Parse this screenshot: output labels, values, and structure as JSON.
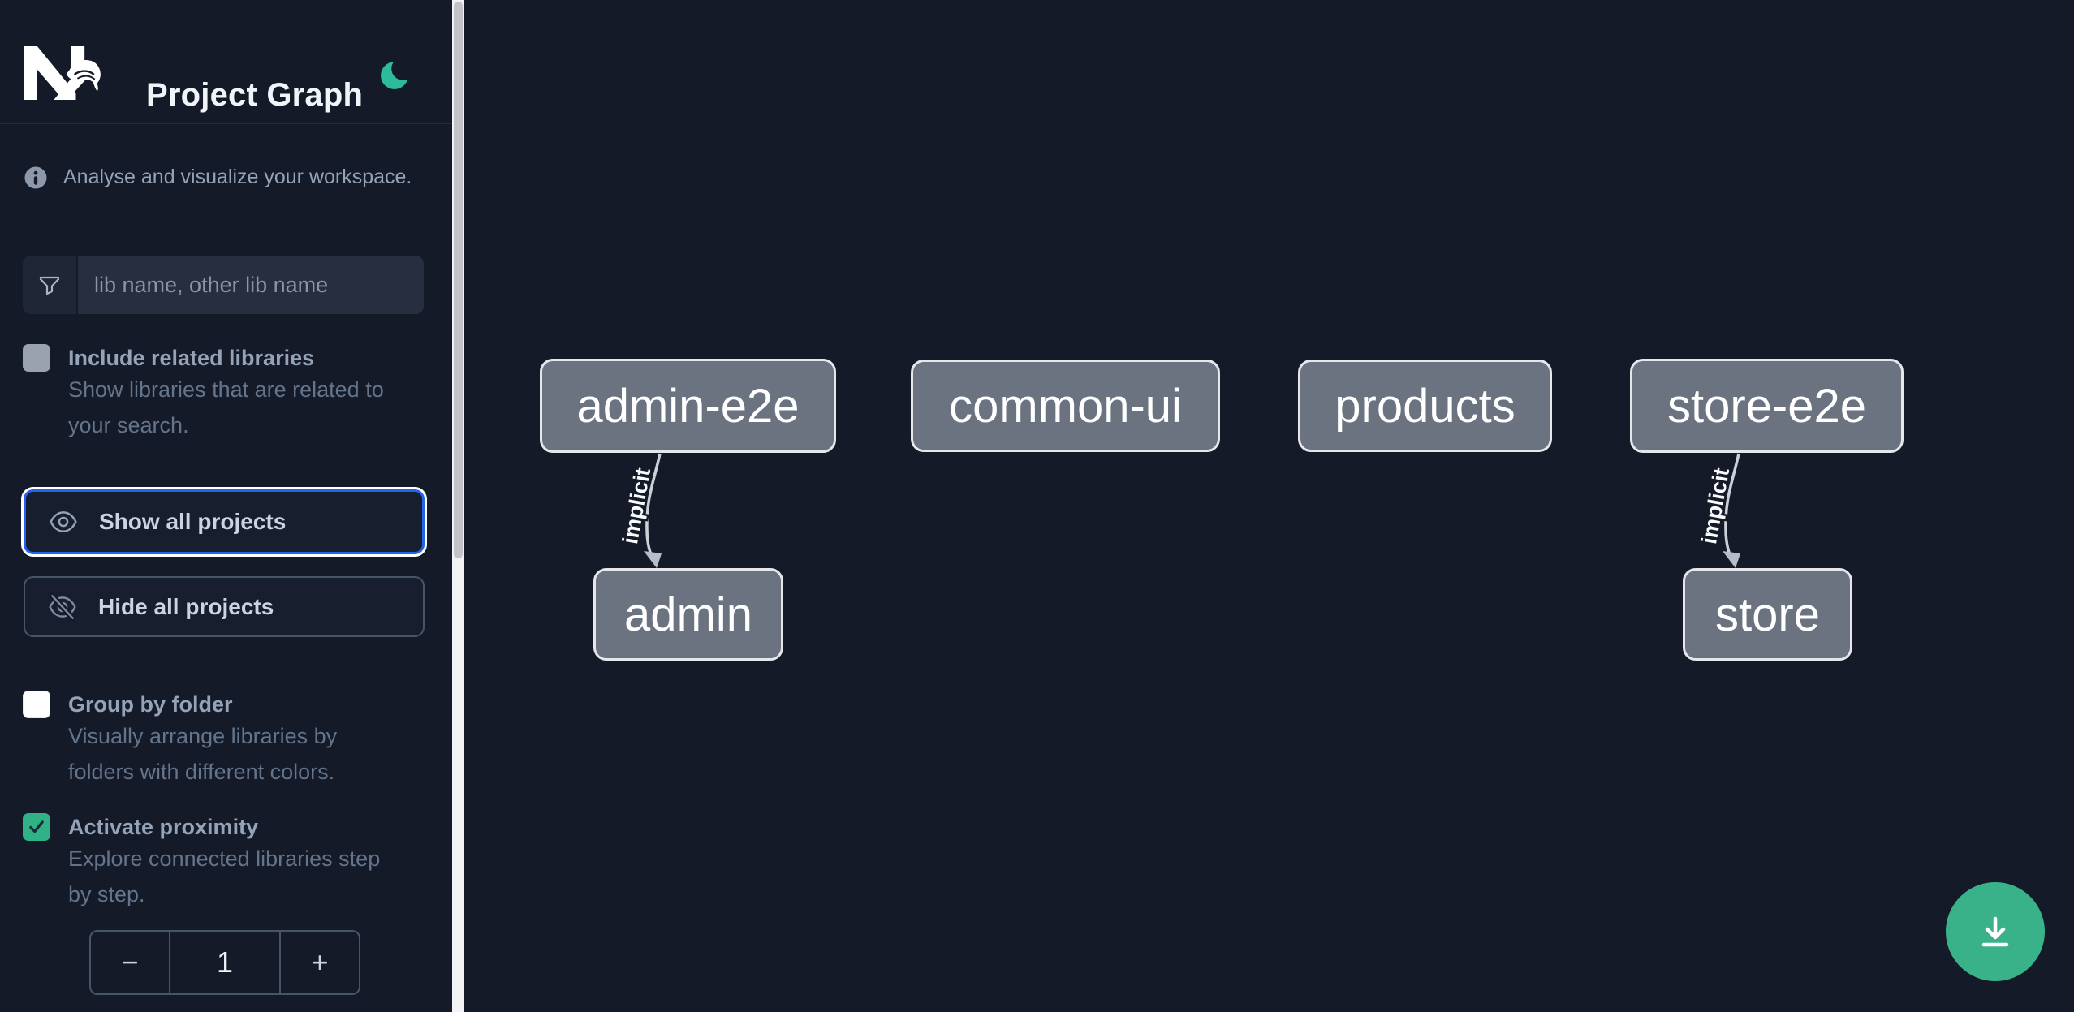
{
  "header": {
    "title": "Project Graph",
    "logo": "nx-logo",
    "theme_toggle_icon": "moon"
  },
  "sidebar": {
    "tagline": "Analyse and visualize your workspace.",
    "search": {
      "placeholder": "lib name, other lib name",
      "icon": "filter-funnel"
    },
    "toggles": [
      {
        "label": "Include related libraries",
        "desc_line1": "Show libraries that are related to",
        "desc_line2": "your search.",
        "checked": false,
        "state": "disabled"
      },
      {
        "label": "Group by folder",
        "desc_line1": "Visually arrange libraries by",
        "desc_line2": "folders with different colors.",
        "checked": false,
        "state": "enabled"
      },
      {
        "label": "Activate proximity",
        "desc_line1": "Explore connected libraries step",
        "desc_line2": "by step.",
        "checked": true,
        "state": "enabled"
      }
    ],
    "actions": [
      {
        "label": "Show all projects",
        "icon": "eye",
        "focused": true
      },
      {
        "label": "Hide all projects",
        "icon": "eye-slash",
        "focused": false
      }
    ],
    "proximity_stepper": {
      "decrement_label": "−",
      "value": "1",
      "increment_label": "+"
    }
  },
  "graph": {
    "nodes": [
      {
        "id": "admin-e2e",
        "label": "admin-e2e"
      },
      {
        "id": "common-ui",
        "label": "common-ui"
      },
      {
        "id": "products",
        "label": "products"
      },
      {
        "id": "store-e2e",
        "label": "store-e2e"
      },
      {
        "id": "admin",
        "label": "admin"
      },
      {
        "id": "store",
        "label": "store"
      }
    ],
    "edges": [
      {
        "source": "admin-e2e",
        "target": "admin",
        "label": "implicit"
      },
      {
        "source": "store-e2e",
        "target": "store",
        "label": "implicit"
      }
    ]
  },
  "floating": {
    "download_button_icon": "download"
  },
  "colors": {
    "background": "#141a28",
    "node_fill": "#6b7280",
    "node_border": "#e5e7eb",
    "focus_ring_blue": "#2563eb",
    "checkbox_green": "#2eb286",
    "moon_teal": "#2ebb9a",
    "download_green": "#3ab289",
    "scrollbar_track": "#f2f3f5",
    "scrollbar_thumb": "#c2c4ca"
  }
}
